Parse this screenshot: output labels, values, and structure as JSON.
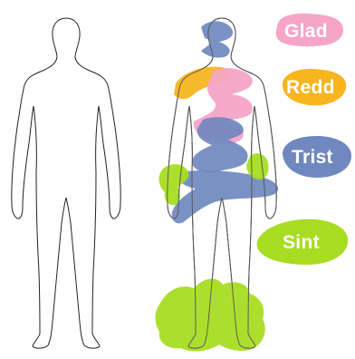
{
  "legend": [
    {
      "id": "glad",
      "label": "Glad",
      "color": "#f6a5c8"
    },
    {
      "id": "redd",
      "label": "Redd",
      "color": "#f7b51e"
    },
    {
      "id": "trist",
      "label": "Trist",
      "color": "#6f88bf"
    },
    {
      "id": "sint",
      "label": "Sint",
      "color": "#a8dd22"
    }
  ],
  "figures": {
    "left": "blank-body-outline",
    "right": "colored-emotion-body-map"
  }
}
